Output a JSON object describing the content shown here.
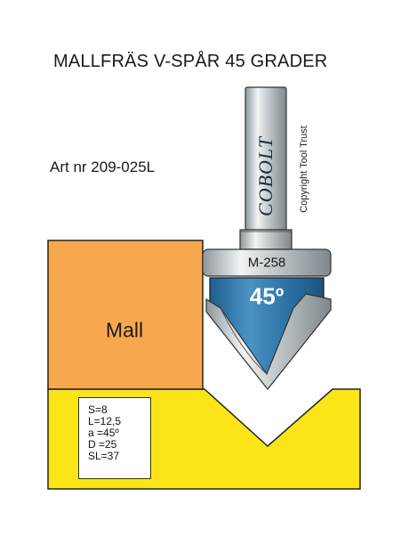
{
  "title": "MALLFRÄS V-SPÅR 45 GRADER",
  "article": "Art nr 209-025L",
  "brand": "COBOLT",
  "copyright": "Copyright Tool Trust",
  "model": "M-258",
  "angle_label": "45º",
  "template_label": "Mall",
  "specs": [
    "S=8",
    "L=12,5",
    "a =45º",
    "D =25",
    "SL=37"
  ],
  "colors": {
    "template": "#F7A84E",
    "workpiece": "#FBE519",
    "cutter": "#2F74A8",
    "steel": "#C9CFD3"
  }
}
